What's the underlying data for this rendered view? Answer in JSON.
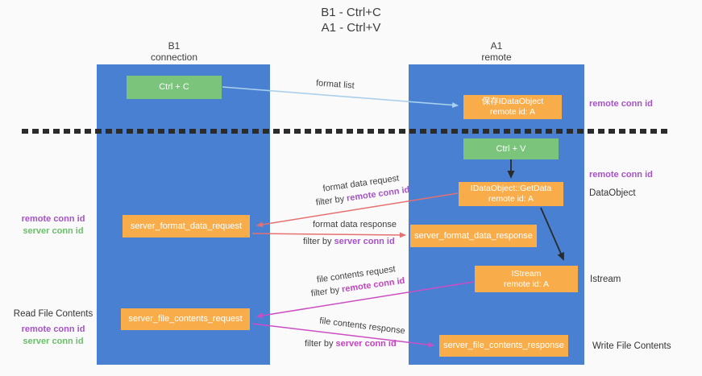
{
  "title": {
    "line1": "B1 - Ctrl+C",
    "line2": "A1 - Ctrl+V"
  },
  "lanes": {
    "left": {
      "name": "B1",
      "role": "connection"
    },
    "right": {
      "name": "A1",
      "role": "remote"
    }
  },
  "boxes": {
    "ctrl_c": {
      "label": "Ctrl + C"
    },
    "ctrl_v": {
      "label": "Ctrl + V"
    },
    "save_idataobject": {
      "line1": "保存IDataObject",
      "line2": "remote id: A"
    },
    "getdata": {
      "line1": "IDataObject::GetData",
      "line2": "remote id: A"
    },
    "istream": {
      "line1": "IStream",
      "line2": "remote id: A"
    },
    "format_request": {
      "label": "server_format_data_request"
    },
    "format_response": {
      "label": "server_format_data_response"
    },
    "file_request": {
      "label": "server_file_contents_request"
    },
    "file_response": {
      "label": "server_file_contents_response"
    }
  },
  "flow": {
    "format_list": "format list",
    "filter_by": "filter by ",
    "format_request": "format data request",
    "format_response": "format data response",
    "file_request": "file contents request",
    "file_response": "file contents response",
    "remote_conn_id": "remote conn id",
    "server_conn_id": "server conn id"
  },
  "annotations": {
    "left": {
      "remote_conn_id_1": "remote conn id",
      "server_conn_id_1": "server conn id",
      "read_file_contents": "Read File Contents",
      "remote_conn_id_2": "remote conn id",
      "server_conn_id_2": "server conn id"
    },
    "right": {
      "remote_conn_id_1": "remote conn id",
      "remote_conn_id_2": "remote conn id",
      "dataobject": "DataObject",
      "istream": "Istream",
      "write_file_contents": "Write File Contents"
    }
  },
  "colors": {
    "lane_blue": "#4a80d2",
    "box_orange": "#f9ad4a",
    "box_green": "#7ac47c",
    "arrow_lightblue": "#a9d0ec",
    "arrow_red": "#e57070",
    "arrow_magenta": "#cc4ec4",
    "arrow_black": "#2b2b2b",
    "label_purple": "#a553c7",
    "label_magenta": "#c643c0",
    "label_green": "#6abf69",
    "text_dark": "#3d3d3d",
    "background": "#fafafa"
  }
}
